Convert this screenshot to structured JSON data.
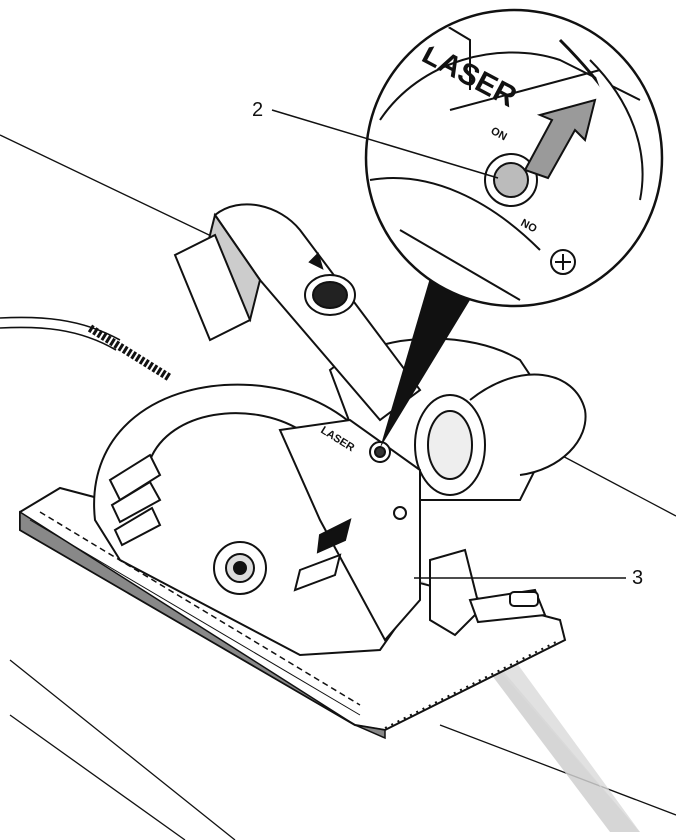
{
  "figure": {
    "callouts": [
      {
        "id": "2",
        "label": "2"
      },
      {
        "id": "3",
        "label": "3"
      }
    ],
    "markings": {
      "housing_top": "LASER",
      "housing_front": "LASER",
      "switch_on": "ON",
      "switch_off": "NO"
    },
    "colors": {
      "line": "#111111",
      "arrow_fill": "#9a9a9a",
      "laser_beam": "#cfcfcf",
      "background": "#ffffff"
    },
    "icons": [
      "laser-switch-button",
      "press-arrow-icon",
      "screw-icon",
      "depth-knob"
    ]
  }
}
